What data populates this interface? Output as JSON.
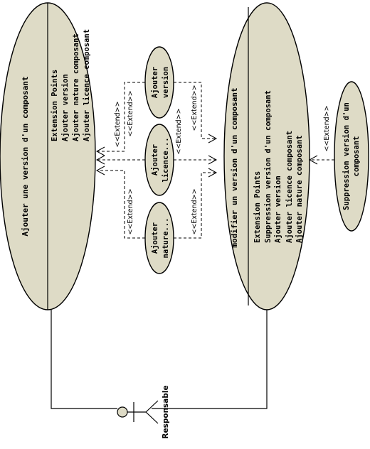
{
  "use_cases": {
    "ajouter_version_composant": {
      "title": "Ajouter une version d'un composant",
      "extension_header": "Extension Points",
      "extension_points": [
        "Ajouter version",
        "Ajouter nature composant",
        "Ajouter licence composant"
      ]
    },
    "modifier_version_composant": {
      "title": "modifier un version d'un composant",
      "extension_header": "Extension Points",
      "extension_points": [
        "Suppression version d'un composant",
        "Ajouter version",
        "Ajouter licence composant",
        "Ajouter nature composant"
      ]
    },
    "ajouter_version": {
      "line1": "Ajouter",
      "line2": "version"
    },
    "ajouter_licence": {
      "line1": "Ajouter",
      "line2": "licence..."
    },
    "ajouter_nature": {
      "line1": "Ajouter",
      "line2": "nature..."
    },
    "suppression_version": {
      "line1": "Suppression version d'un",
      "line2": "composant"
    }
  },
  "stereotypes": {
    "extend": "<<Extend>>"
  },
  "actor": {
    "label": "Responsable"
  },
  "colors": {
    "use_case_fill": "#dedbc6",
    "line": "#000000",
    "background": "#ffffff"
  }
}
